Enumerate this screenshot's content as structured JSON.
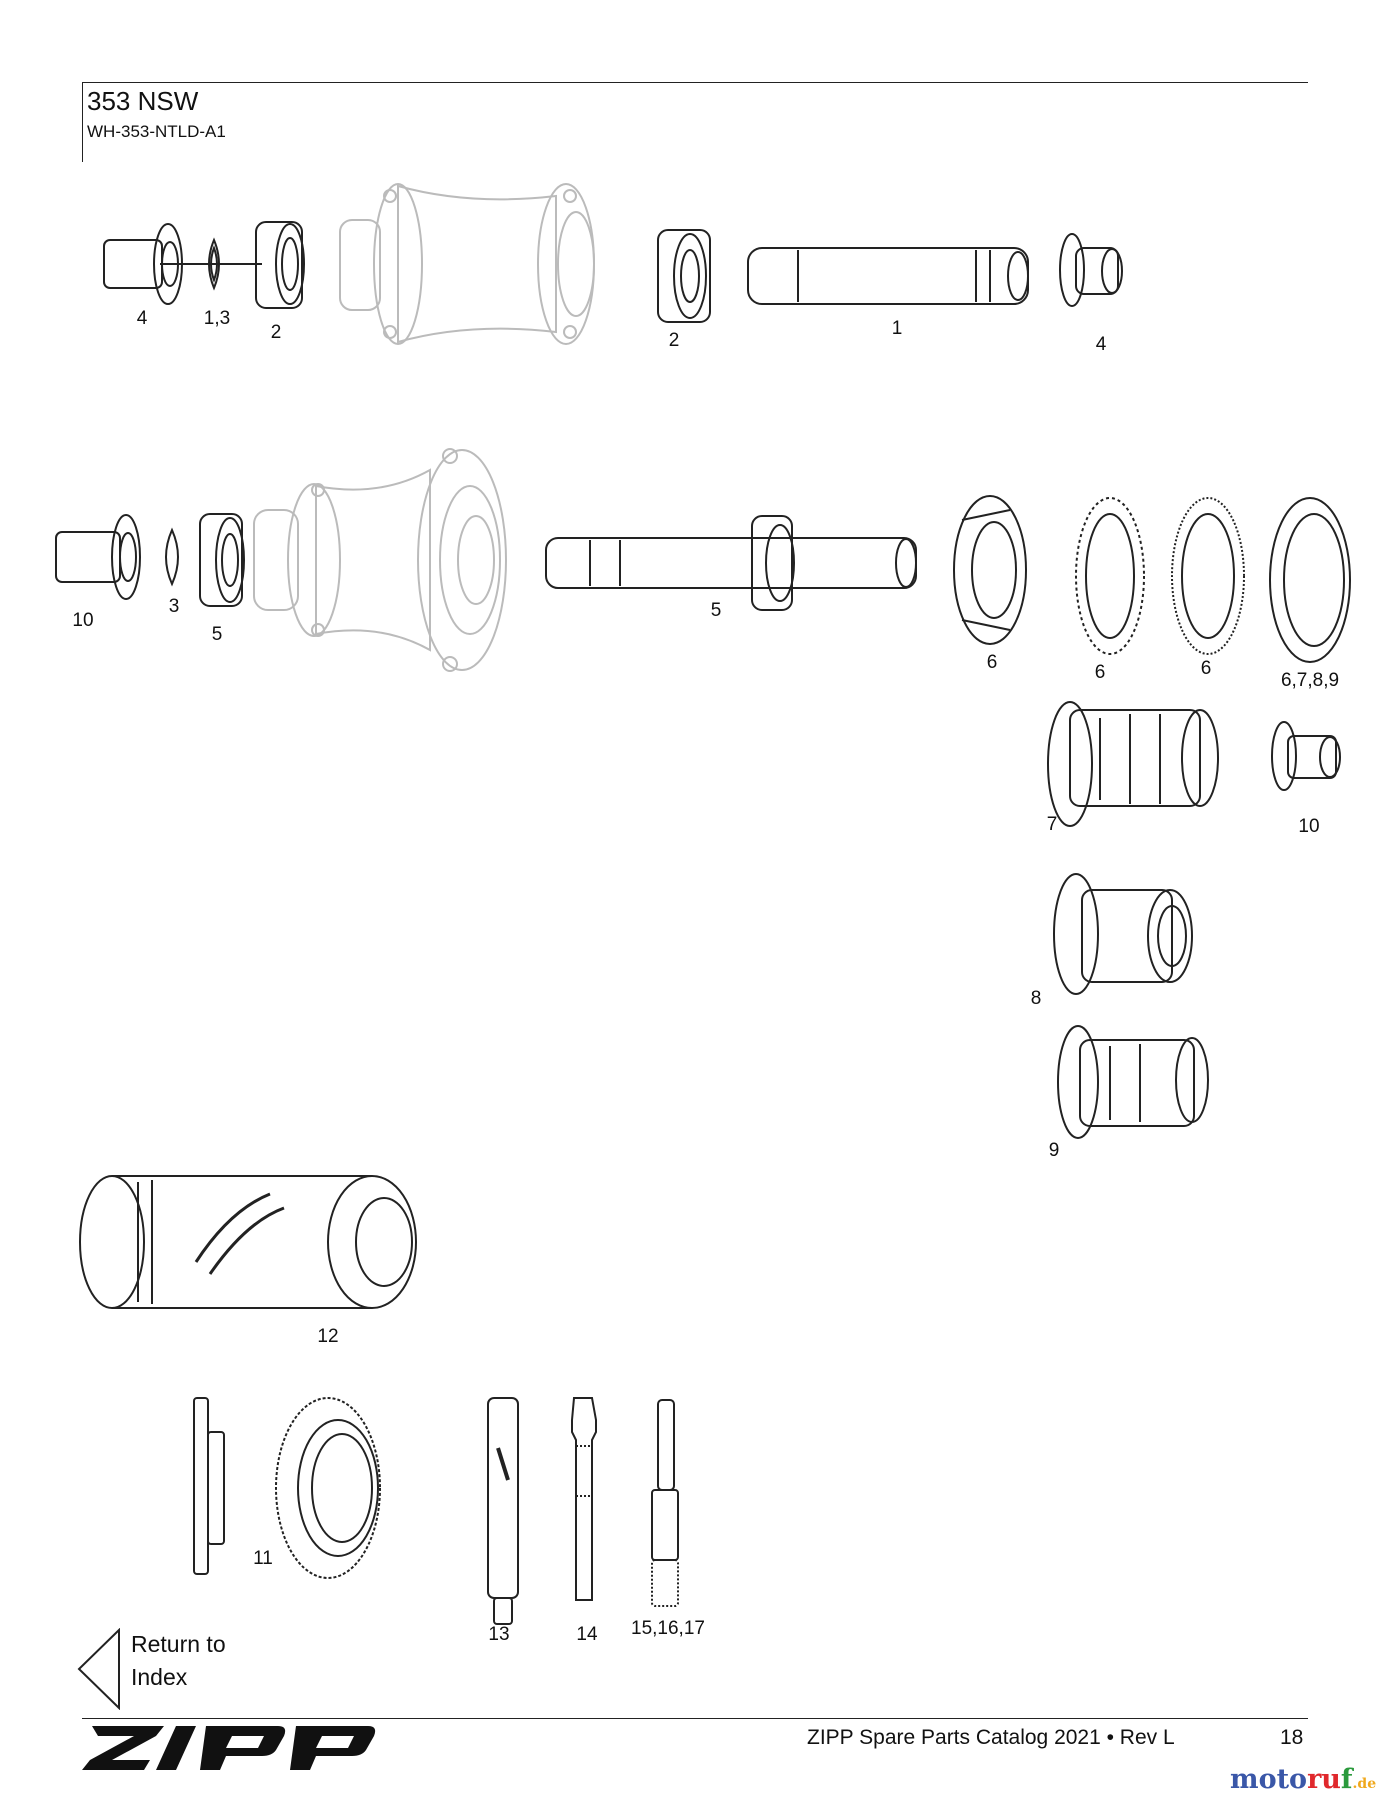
{
  "header": {
    "title": "353 NSW",
    "subtitle": "WH-353-NTLD-A1"
  },
  "callouts": {
    "front_left_adapter": "4",
    "front_seal": "1,3",
    "front_left_bearing": "2",
    "front_right_bearing": "2",
    "front_axle": "1",
    "front_right_adapter": "4",
    "rear_adapter": "10",
    "rear_seal": "3",
    "rear_left_bearing": "5",
    "rear_axle": "5",
    "ratchet_ring": "6",
    "toothed_ring": "6",
    "spring_ring": "6",
    "freehub_seal": "6,7,8,9",
    "freehub_shimano": "7",
    "drive_side_adapter": "10",
    "freehub_xd": "8",
    "freehub_campagnolo": "9",
    "tool_sleeve": "12",
    "lockring_tool": "11",
    "tool_13": "13",
    "tool_14": "14",
    "tool_15_17": "15,16,17"
  },
  "navigation": {
    "return_line1": "Return to",
    "return_line2": "Index"
  },
  "footer": {
    "catalog": "ZIPP Spare Parts Catalog 2021 • Rev L",
    "page": "18"
  },
  "logo": {
    "brand_text": "ZIPP"
  },
  "watermark": {
    "part1": "moto",
    "part2": "ru",
    "part3": "f",
    "tld": ".de"
  }
}
